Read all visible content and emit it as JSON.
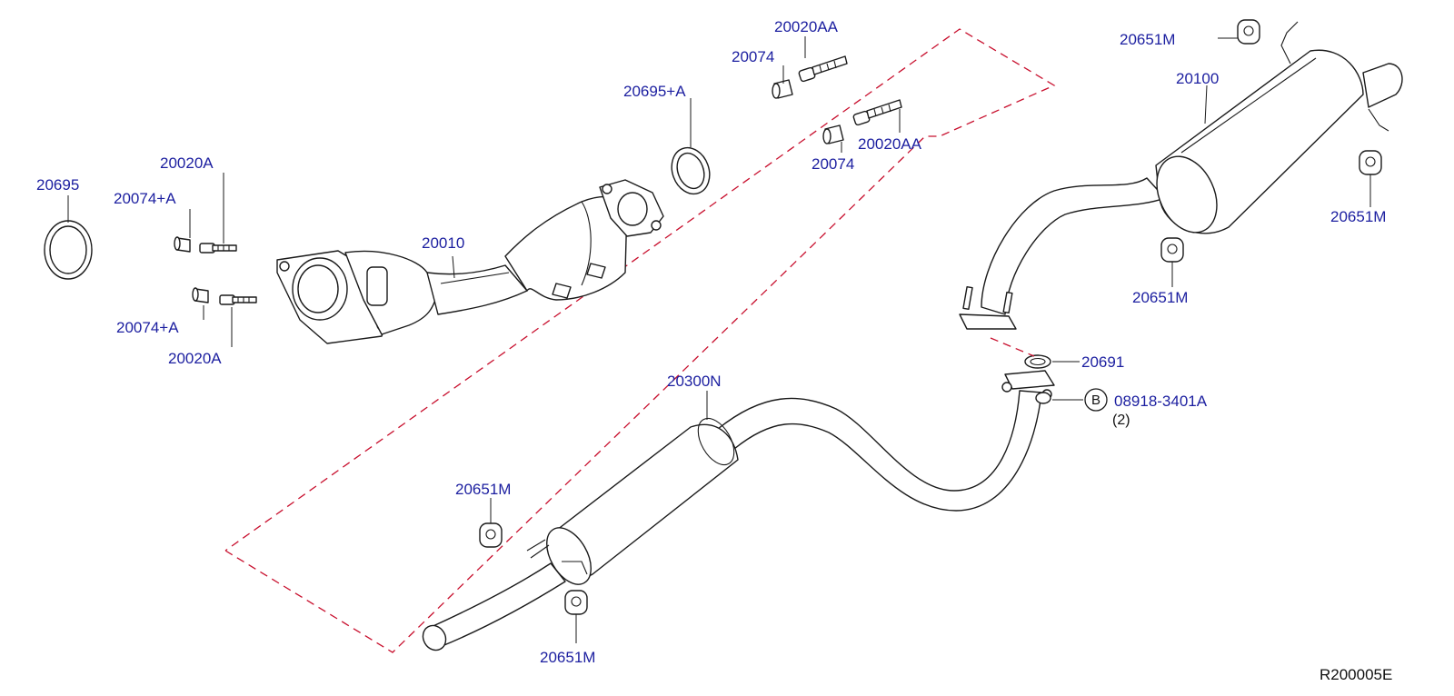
{
  "labels": {
    "l_20020AA_top": "20020AA",
    "l_20074_top": "20074",
    "l_20695A": "20695+A",
    "l_20020AA_mid": "20020AA",
    "l_20074_mid": "20074",
    "l_20651M_topright": "20651M",
    "l_20100": "20100",
    "l_20651M_right": "20651M",
    "l_20651M_midright": "20651M",
    "l_20695": "20695",
    "l_20020A_top": "20020A",
    "l_20074A_top": "20074+A",
    "l_20010": "20010",
    "l_20074A_bottom": "20074+A",
    "l_20020A_bottom": "20020A",
    "l_20691": "20691",
    "l_20300N": "20300N",
    "l_08918": "08918-3401A",
    "l_qty": "(2)",
    "l_20651M_left": "20651M",
    "l_20651M_bottom": "20651M"
  },
  "callout_letter": "B",
  "reference_code": "R200005E",
  "colors": {
    "label": "#1c1fa0",
    "outline": "#1a1a1a",
    "dashed_boundary": "#c8102e"
  }
}
